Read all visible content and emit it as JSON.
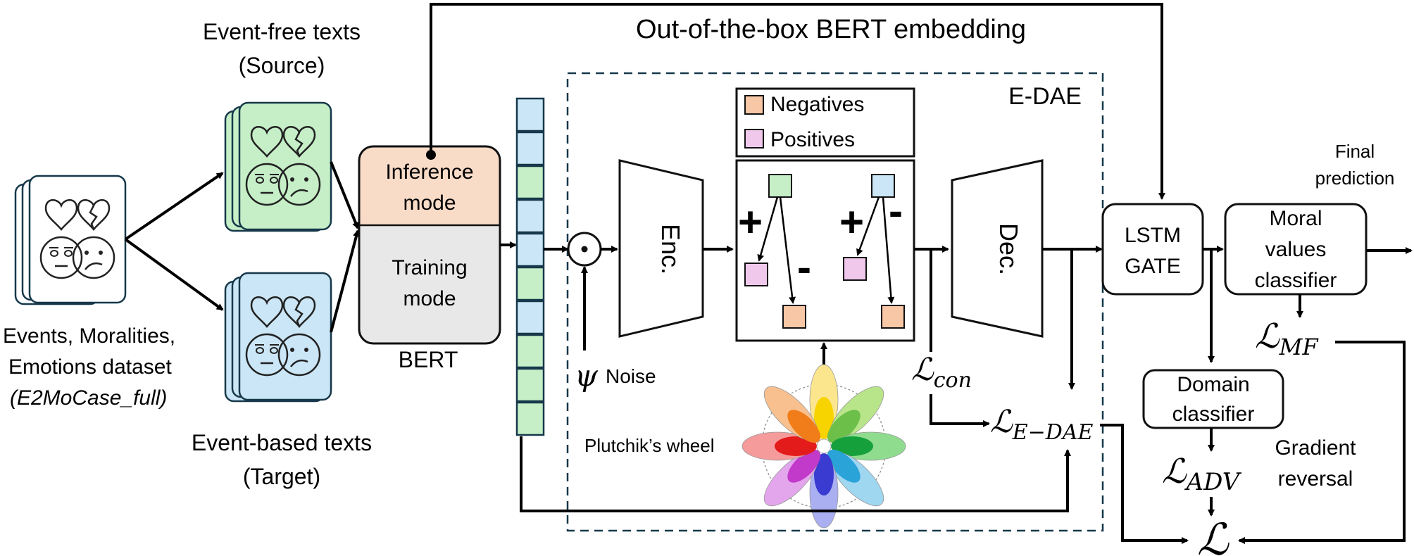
{
  "labels": {
    "event_free": "Event-free texts",
    "source": "(Source)",
    "dataset_line1": "Events, Moralities,",
    "dataset_line2": "Emotions  dataset",
    "dataset_name": "(E2MoCase_full)",
    "event_based": "Event-based texts",
    "target": "(Target)",
    "inference_line1": "Inference",
    "inference_line2": "mode",
    "training_line1": "Training",
    "training_line2": "mode",
    "bert": "BERT",
    "out_of_box": "Out-of-the-box BERT embedding",
    "edae": "E-DAE",
    "negatives": "Negatives",
    "positives": "Positives",
    "enc": "Enc.",
    "dec": "Dec.",
    "psi": "ψ",
    "noise": "Noise",
    "plutchik": "Plutchik’s wheel",
    "l_con_main": "ℒ",
    "l_con_sub": "con",
    "l_edae_main": "ℒ",
    "l_edae_sub": "E−DAE",
    "lstm_line1": "LSTM",
    "lstm_line2": "GATE",
    "final_line1": "Final",
    "final_line2": "prediction",
    "moral_line1": "Moral",
    "moral_line2": "values",
    "moral_line3": "classifier",
    "l_mf_main": "ℒ",
    "l_mf_sub": "MF",
    "domain_line1": "Domain",
    "domain_line2": "classifier",
    "l_adv_main": "ℒ",
    "l_adv_sub": "ADV",
    "gradient_line1": "Gradient",
    "gradient_line2": "reversal",
    "l_total": "ℒ",
    "plus": "+",
    "minus": "-",
    "odot": "⊙"
  },
  "colors": {
    "green": "#c6efc8",
    "blue": "#cbe6f6",
    "peach": "#f9dcc8",
    "grey": "#e8e8e8",
    "neg_square": "#f8c7a5",
    "pos_square": "#f0c8ec",
    "embed_green": "#c6efc8",
    "embed_blue": "#cbe6f6"
  },
  "icons": [
    "heart-icon",
    "broken-heart-icon",
    "neutral-face-icon",
    "sad-face-icon"
  ],
  "embedding_cells": [
    "blue",
    "blue",
    "green",
    "blue",
    "blue",
    "green",
    "blue",
    "green",
    "green",
    "green"
  ]
}
